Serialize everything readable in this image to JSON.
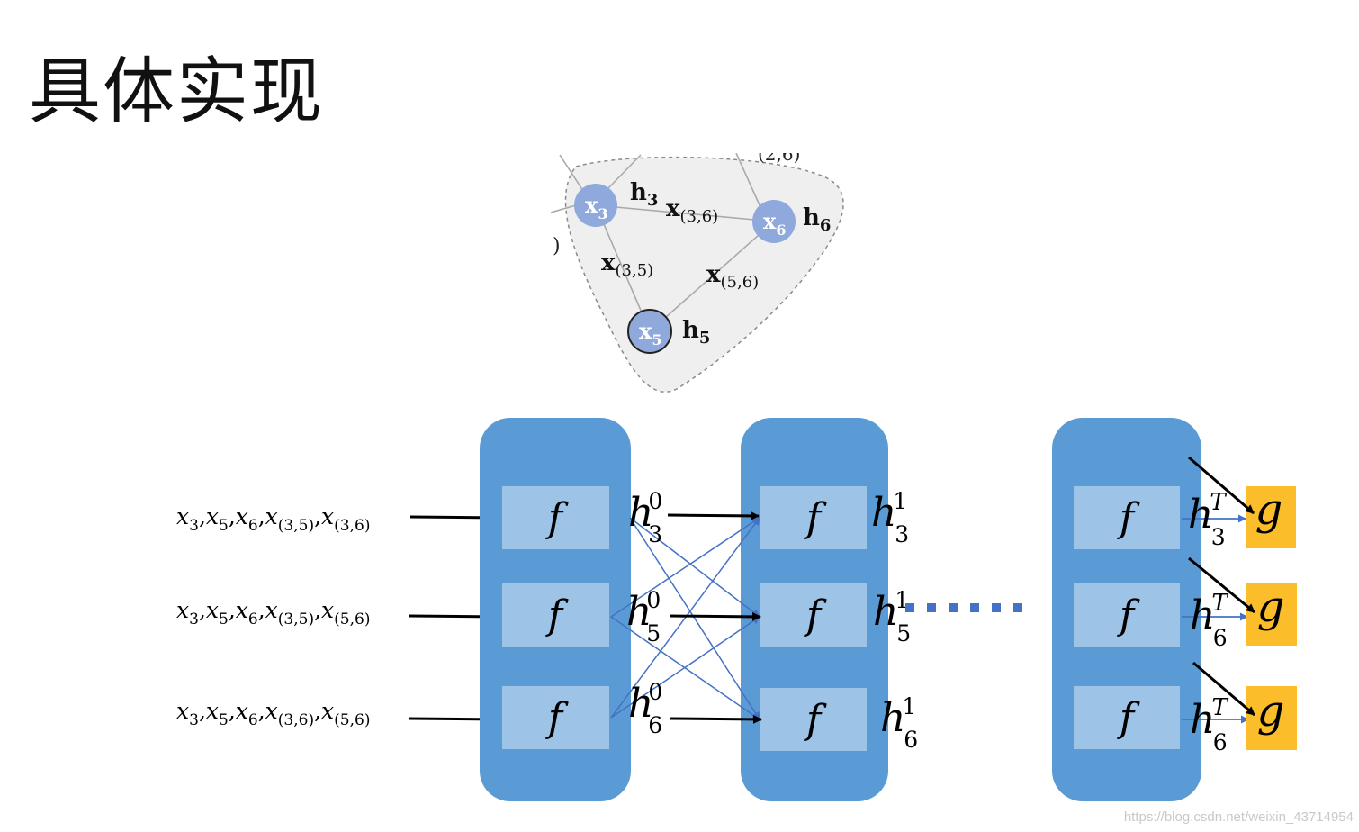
{
  "title": "具体实现",
  "watermark": "https://blog.csdn.net/weixin_43714954",
  "graph": {
    "nodes": [
      {
        "id": "x3",
        "label": "x",
        "sub": "3",
        "state_label": "h",
        "state_sub": "3"
      },
      {
        "id": "x6",
        "label": "x",
        "sub": "6",
        "state_label": "h",
        "state_sub": "6"
      },
      {
        "id": "x5",
        "label": "x",
        "sub": "5",
        "state_label": "h",
        "state_sub": "5"
      }
    ],
    "edges": [
      {
        "label": "x",
        "sub": "(3,6)"
      },
      {
        "label": "x",
        "sub": "(3,5)"
      },
      {
        "label": "x",
        "sub": "(5,6)"
      }
    ],
    "partial_labels": {
      "top": "(2,6)",
      "left": ")"
    }
  },
  "inputs": [
    {
      "text": "x",
      "subs": [
        "3",
        "5",
        "6",
        "(3,5)",
        "(3,6)"
      ]
    },
    {
      "text": "x",
      "subs": [
        "3",
        "5",
        "6",
        "(3,5)",
        "(5,6)"
      ]
    },
    {
      "text": "x",
      "subs": [
        "3",
        "5",
        "6",
        "(3,6)",
        "(5,6)"
      ]
    }
  ],
  "layers": [
    {
      "cell_label": "f",
      "state_letter": "h",
      "superscript": "0",
      "subs": [
        "3",
        "5",
        "6"
      ]
    },
    {
      "cell_label": "f",
      "state_letter": "h",
      "superscript": "1",
      "subs": [
        "3",
        "5",
        "6"
      ]
    },
    {
      "cell_label": "f",
      "state_letter": "h",
      "superscript": "T",
      "subs": [
        "3",
        "6",
        "6"
      ]
    }
  ],
  "output_label": "g",
  "colors": {
    "column": "#5b9bd5",
    "cell": "#9dc3e6",
    "output": "#fcbd2a",
    "connector": "#4472c4",
    "node": "#8fa9dc",
    "halo": "#efefef"
  }
}
